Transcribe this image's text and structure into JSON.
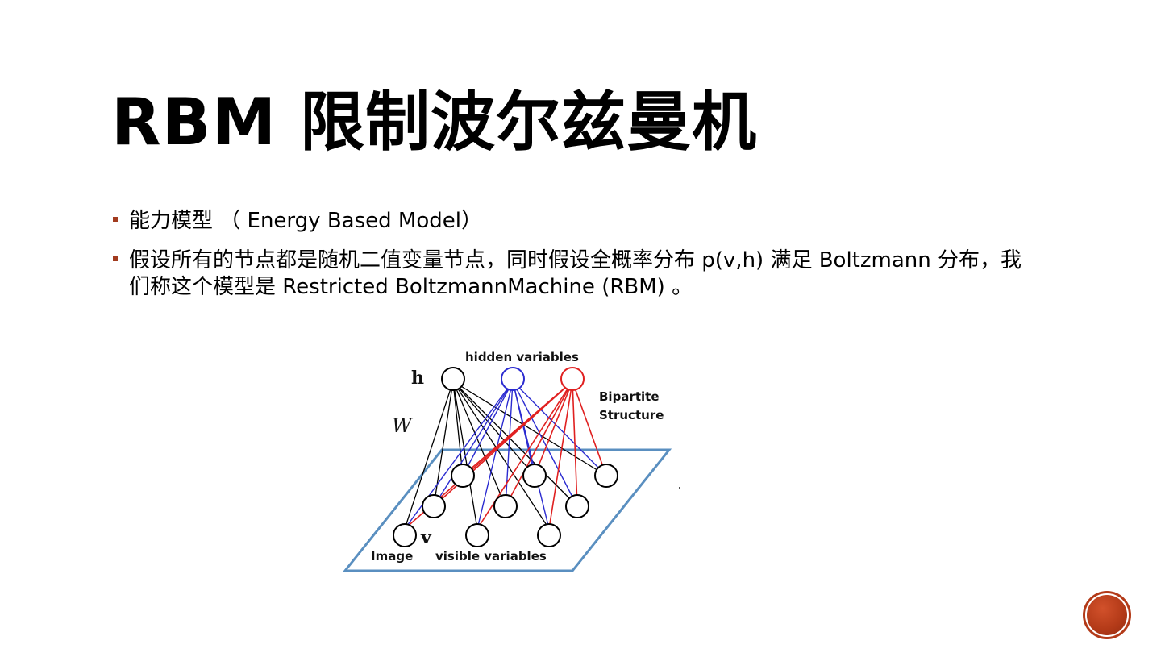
{
  "slide": {
    "title": "RBM 限制波尔兹曼机",
    "bullets": [
      "能力模型 （ Energy Based Model）",
      "假设所有的节点都是随机二值变量节点，同时假设全概率分布 p(v,h) 满足 Boltzmann 分布，我们称这个模型是 Restricted BoltzmannMachine (RBM) 。"
    ]
  },
  "diagram": {
    "hidden_label": "hidden variables",
    "h_symbol": "h",
    "w_symbol": "W",
    "bipartite_line1": "Bipartite",
    "bipartite_line2": "Structure",
    "v_symbol": "v",
    "image_label": "Image",
    "visible_label": "visible variables",
    "colors": {
      "black_unit": "#000000",
      "blue_unit": "#2b2bd0",
      "red_unit": "#e02020",
      "plane": "#5a8fc0"
    }
  },
  "accent_color": "#b33a18"
}
